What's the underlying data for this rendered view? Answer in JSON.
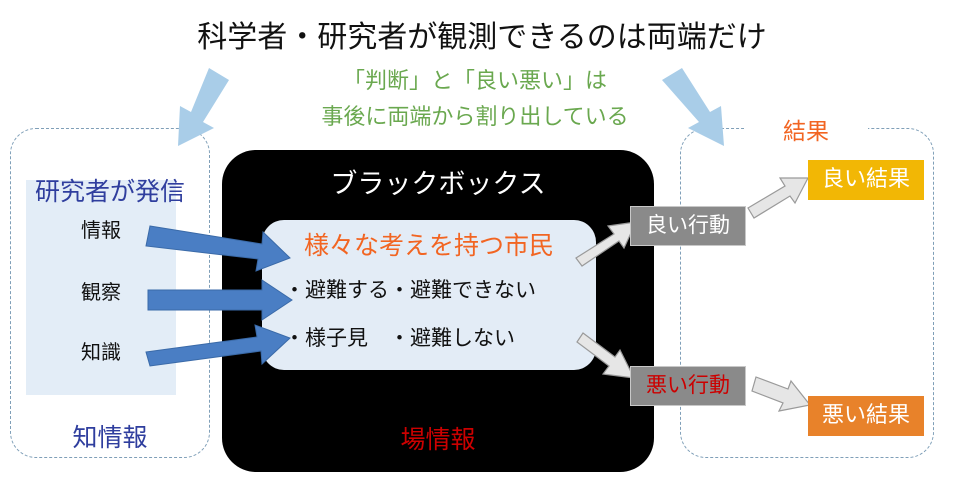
{
  "header": {
    "title": "科学者・研究者が観測できるのは両端だけ",
    "subtitle_line1": "「判断」と「良い悪い」は",
    "subtitle_line2": "事後に両端から割り出している"
  },
  "left": {
    "heading": "研究者が発信",
    "items": [
      "情報",
      "観察",
      "知識"
    ],
    "footer": "知情報"
  },
  "blackbox": {
    "title": "ブラックボックス",
    "footer": "場情報",
    "citizens": {
      "heading": "様々な考えを持つ市民",
      "line1": "・避難する・避難できない",
      "line2": "・様子見　・避難しない"
    }
  },
  "actions": {
    "good": "良い行動",
    "bad": "悪い行動"
  },
  "results": {
    "label": "結果",
    "good": "良い結果",
    "bad": "悪い結果"
  },
  "colors": {
    "input_arrow": "#4a7ec4",
    "top_arrow": "#a9cde8",
    "gray_arrow": "#e6e6e6",
    "good_result": "#f2b705",
    "bad_result": "#e8822a",
    "accent_orange": "#f26522",
    "accent_green": "#6aa84f",
    "accent_red": "#cc0000",
    "accent_blue": "#2f3e9e"
  }
}
